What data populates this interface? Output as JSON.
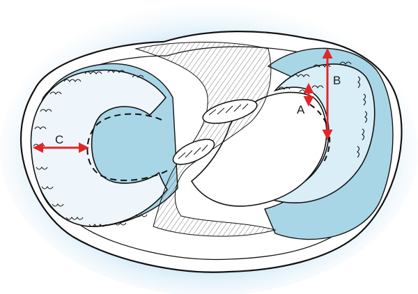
{
  "diagram": {
    "labels": {
      "a": "A",
      "b": "B",
      "c": "C"
    },
    "colors": {
      "glow": "#cfe8f6",
      "cartilage": "#a9d6e6",
      "cartilage_light": "#d9eef6",
      "plateau": "#eef6fb",
      "outline": "#111111",
      "arrow": "#e0262a"
    }
  }
}
